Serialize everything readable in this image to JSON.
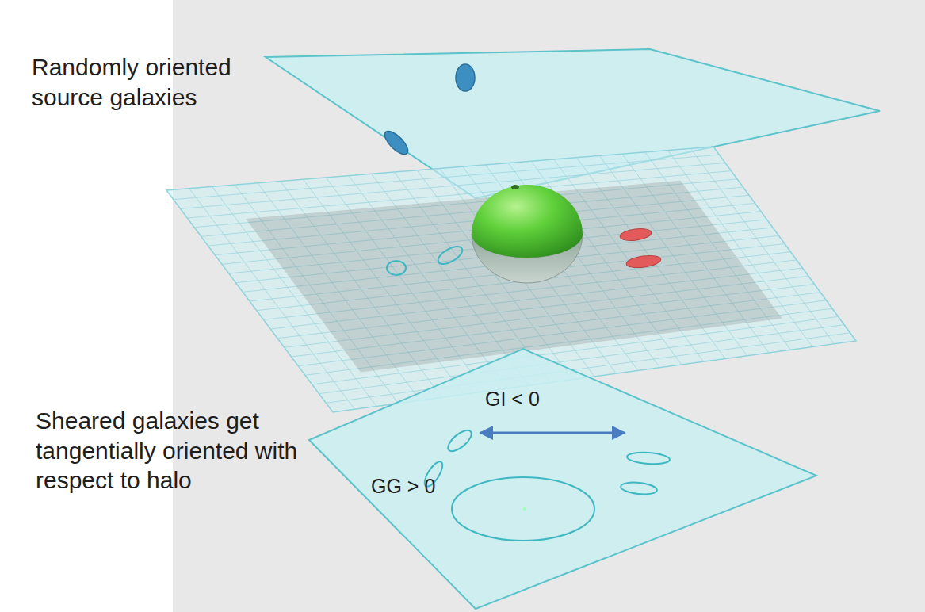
{
  "diagram": {
    "labels": [
      "Randomly oriented source galaxies",
      "GI < 0",
      "Sheared galaxies get tangentially oriented with respect to halo",
      "GG > 0"
    ]
  }
}
